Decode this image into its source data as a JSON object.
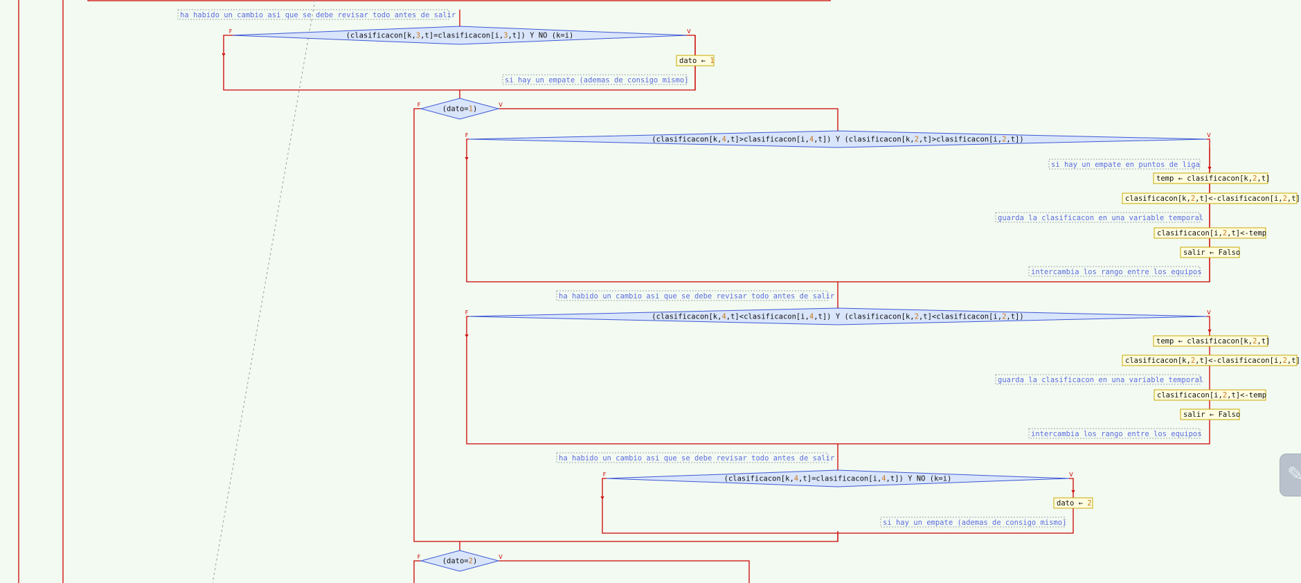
{
  "flags": {
    "false": "F",
    "true": "V"
  },
  "nodes": {
    "c1": {
      "type": "comment",
      "text": "ha habido un cambio asi que se debe revisar todo antes de salir"
    },
    "d1": {
      "type": "condition",
      "text": "(clasificacon[k,3,t]=clasificacon[i,3,t]) Y  NO (k=i)"
    },
    "a1": {
      "type": "action",
      "text": "dato ← 1"
    },
    "c2": {
      "type": "comment",
      "text": "si hay un empate (ademas de consigo mismo)"
    },
    "d2": {
      "type": "condition",
      "text": "(dato=1)"
    },
    "d3": {
      "type": "condition",
      "text": "(clasificacon[k,4,t]>clasificacon[i,4,t]) Y (clasificacon[k,2,t]>clasificacon[i,2,t])"
    },
    "c3": {
      "type": "comment",
      "text": "si hay un empate en puntos de liga"
    },
    "a2": {
      "type": "action",
      "text": "temp ← clasificacon[k,2,t]"
    },
    "a3": {
      "type": "action",
      "text": "clasificacon[k,2,t]<-clasificacon[i,2,t]"
    },
    "c4": {
      "type": "comment",
      "text": "guarda la clasificacon en una variable temporal"
    },
    "a4": {
      "type": "action",
      "text": "clasificacon[i,2,t]<-temp"
    },
    "a5": {
      "type": "action",
      "text": "salir ← Falso"
    },
    "c5": {
      "type": "comment",
      "text": "intercambia los rango entre los equipos"
    },
    "c6": {
      "type": "comment",
      "text": "ha habido un cambio asi que se debe revisar todo antes de salir"
    },
    "d4": {
      "type": "condition",
      "text": "(clasificacon[k,4,t]<clasificacon[i,4,t]) Y (clasificacon[k,2,t]<clasificacon[i,2,t])"
    },
    "a6": {
      "type": "action",
      "text": "temp ← clasificacon[k,2,t]"
    },
    "a7": {
      "type": "action",
      "text": "clasificacon[k,2,t]<-clasificacon[i,2,t]"
    },
    "c7": {
      "type": "comment",
      "text": "guarda la clasificacon en una variable temporal"
    },
    "a8": {
      "type": "action",
      "text": "clasificacon[i,2,t]<-temp"
    },
    "a9": {
      "type": "action",
      "text": "salir ← Falso"
    },
    "c8": {
      "type": "comment",
      "text": "intercambia los rango entre los equipos"
    },
    "c9": {
      "type": "comment",
      "text": "ha habido un cambio asi que se debe revisar todo antes de salir"
    },
    "d5": {
      "type": "condition",
      "text": "(clasificacon[k,4,t]=clasificacon[i,4,t]) Y  NO (k=i)"
    },
    "a10": {
      "type": "action",
      "text": "dato ← 2"
    },
    "c10": {
      "type": "comment",
      "text": "si hay un empate (ademas de consigo mismo)"
    },
    "d6": {
      "type": "condition",
      "text": "(dato=2)"
    }
  },
  "colors": {
    "flow": "#cc0000",
    "condition_fill": "#d9e5fb",
    "condition_stroke": "#3c57d6",
    "action_fill": "#fffde0",
    "comment_text": "#5a6be0",
    "number": "#c8781b",
    "background": "#f3faf1"
  }
}
